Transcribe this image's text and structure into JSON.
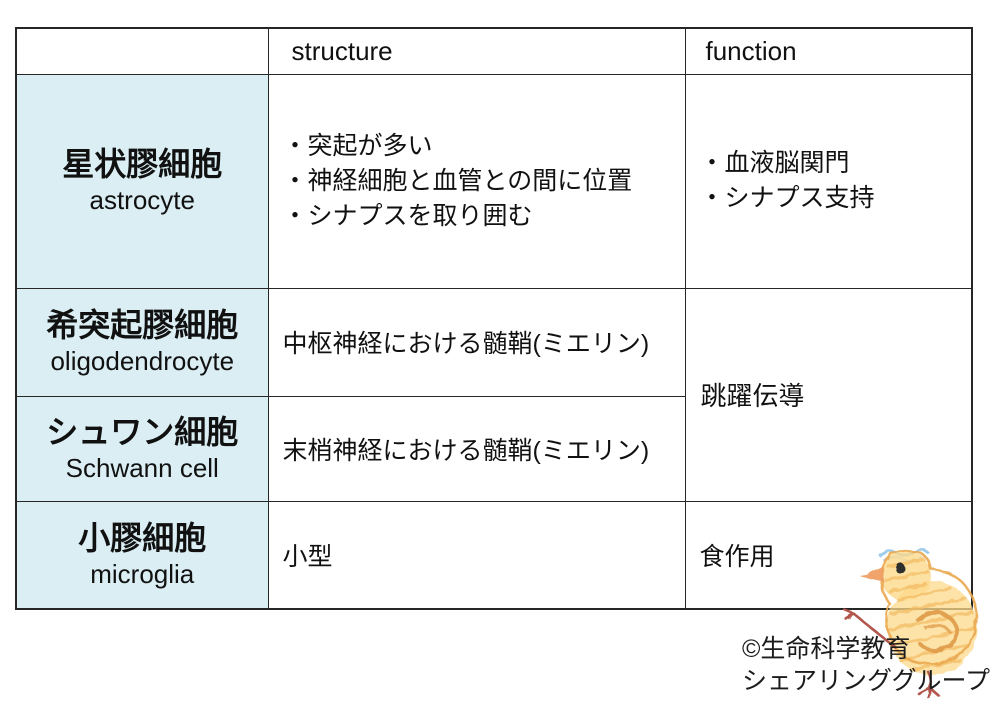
{
  "table": {
    "header": {
      "blank": "",
      "structure": "structure",
      "function": "function"
    },
    "rows": [
      {
        "jp": "星状膠細胞",
        "en": "astrocyte",
        "structure": [
          "・突起が多い",
          "・神経細胞と血管との間に位置",
          "・シナプスを取り囲む"
        ],
        "function": [
          "・血液脳関門",
          "・シナプス支持"
        ]
      },
      {
        "jp": "希突起膠細胞",
        "en": "oligodendrocyte",
        "structure": "中枢神経における髄鞘(ミエリン)"
      },
      {
        "jp": "シュワン細胞",
        "en": "Schwann cell",
        "structure": "末梢神経における髄鞘(ミエリン)"
      },
      {
        "jp": "小膠細胞",
        "en": "microglia",
        "structure": "小型",
        "function": "食作用"
      }
    ],
    "merged_function": "跳躍伝導"
  },
  "credit": {
    "line1": "©生命科学教育",
    "line2": "シェアリンググループ"
  },
  "icons": {
    "mascot": "chick-crayon-drawing"
  },
  "colors": {
    "row_label_fill": "#daeef3",
    "border": "#262626",
    "chick_body": "#fcd98b",
    "chick_outline": "#eaa94f",
    "chick_wing": "#dd9643",
    "chick_beak": "#ef9e63",
    "chick_legs": "#b2574d",
    "chick_head_scribble": "#8fc3e9"
  }
}
